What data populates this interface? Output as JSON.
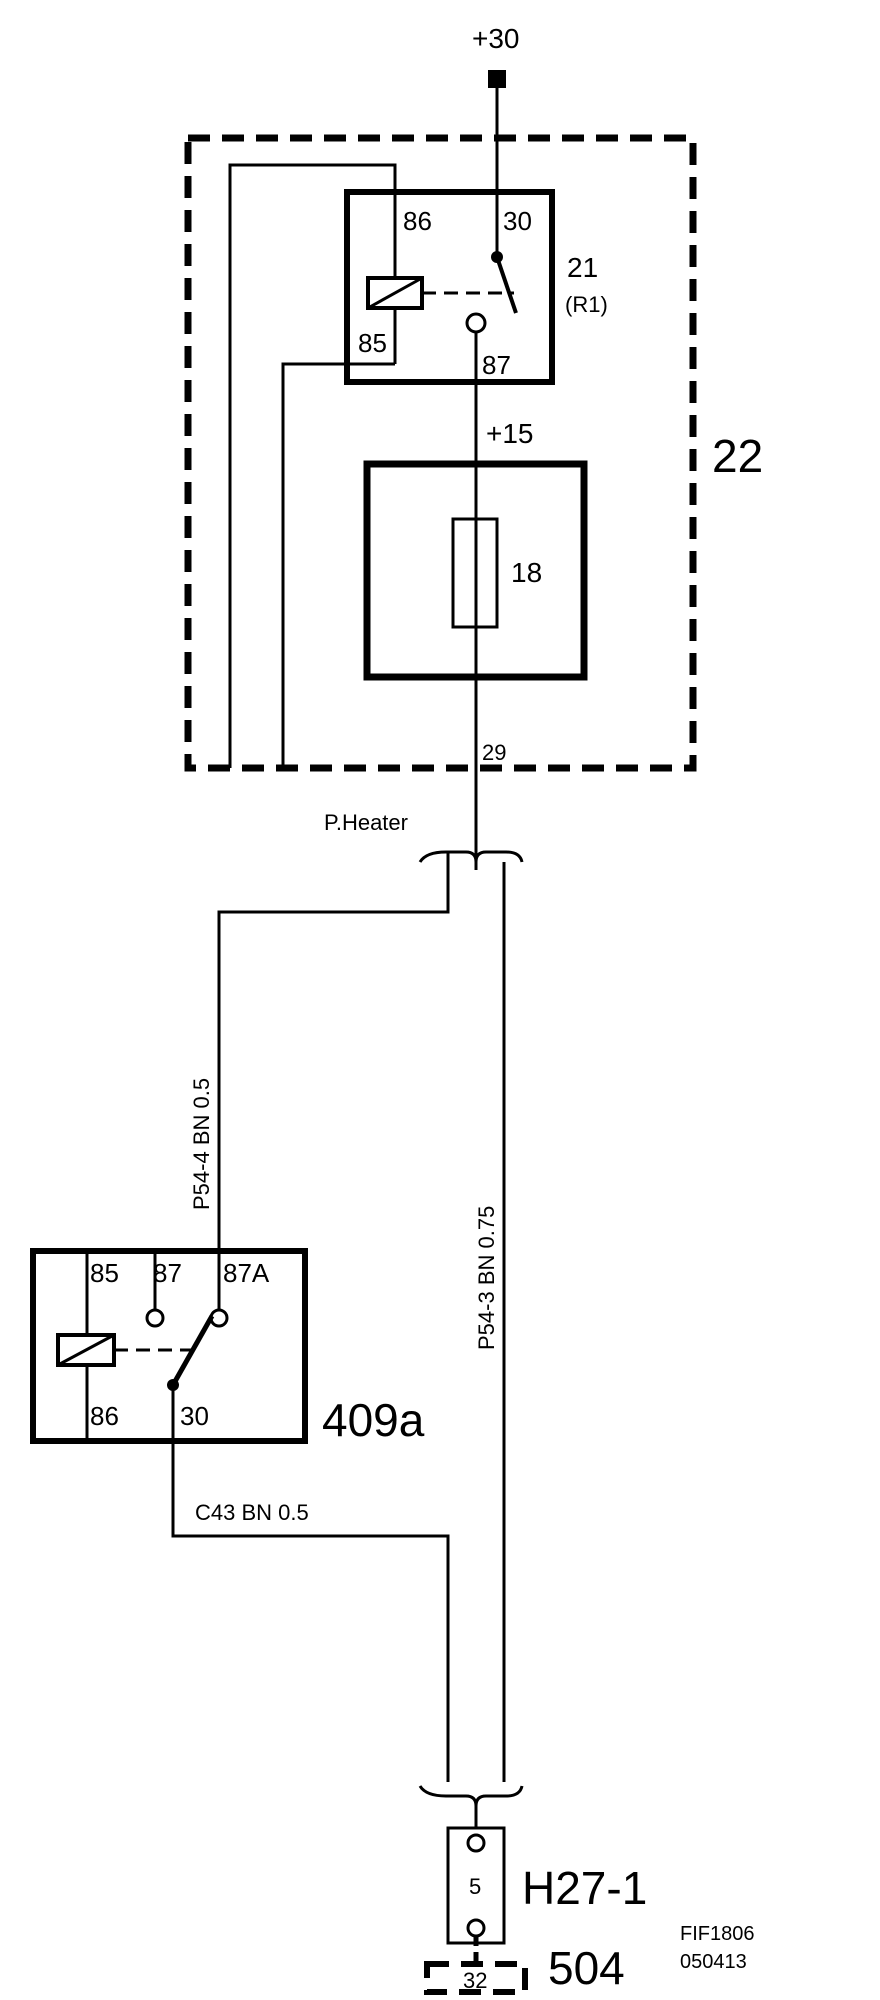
{
  "supply": {
    "terminal_30": "+30",
    "terminal_15": "+15"
  },
  "unit_22": {
    "label": "22"
  },
  "relay_r1": {
    "label": "21",
    "sublabel": "(R1)",
    "pins": {
      "p86": "86",
      "p30": "30",
      "p85": "85",
      "p87": "87"
    }
  },
  "fuse": {
    "label": "18"
  },
  "terminal_29": "29",
  "connector_label": "P.Heater",
  "wires": {
    "w1": "P54-4  BN  0.5",
    "w2": "P54-3  BN  0.75",
    "w3": "C43  BN  0.5"
  },
  "relay_409a": {
    "label": "409a",
    "pins": {
      "p85": "85",
      "p87": "87",
      "p87a": "87A",
      "p86": "86",
      "p30": "30"
    }
  },
  "connector_h27": {
    "label": "H27-1",
    "pin": "5"
  },
  "component_504": {
    "label": "504",
    "pin": "32"
  },
  "figure_ref": {
    "code": "FIF1806",
    "date": "050413"
  }
}
